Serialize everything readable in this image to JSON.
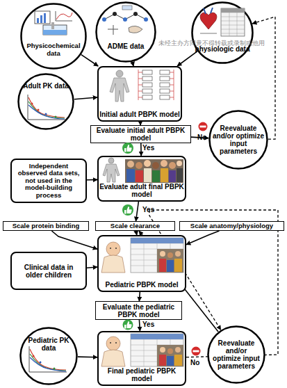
{
  "diagram": {
    "nodes": [
      {
        "text": [
          "Physicochemical data"
        ]
      },
      {
        "text": [
          "ADME data"
        ]
      },
      {
        "text": [
          "physiologic data"
        ]
      },
      {
        "text": [
          "Adult PK data"
        ]
      },
      {
        "text": [
          "Initial adult PBPK model"
        ]
      },
      {
        "text": [
          "Evaluate initial adult PBPK model"
        ]
      },
      {
        "text": [
          "Reevaluate and/or optimize input parameters"
        ]
      },
      {
        "text": [
          "Independent observed data sets, not used in the model-building process"
        ]
      },
      {
        "text": [
          "Evaluate adult final PBPK model"
        ]
      },
      {
        "text": [
          "Scale protein binding"
        ]
      },
      {
        "text": [
          "Scale clearance"
        ]
      },
      {
        "text": [
          "Scale anatomy/physiology"
        ]
      },
      {
        "text": [
          "Clinical data in older children"
        ]
      },
      {
        "text": [
          "Pediatric PBPK model"
        ]
      },
      {
        "text": [
          "Evaluate the pediatric PBPK model"
        ]
      },
      {
        "text": [
          "Pediatric PK data"
        ]
      },
      {
        "text": [
          "Final pediatric PBPK model"
        ]
      },
      {
        "text": [
          "Reevaluate and/or optimize input parameters"
        ]
      }
    ],
    "edges": [
      {
        "from": 0,
        "to": 4,
        "arrow": "to"
      },
      {
        "from": 1,
        "to": 4,
        "arrow": "to"
      },
      {
        "from": 2,
        "to": 4,
        "arrow": "to"
      },
      {
        "from": 3,
        "to": 4,
        "arrow": "to"
      },
      {
        "from": 4,
        "to": 5,
        "arrow": "to"
      },
      {
        "from": 5,
        "to": 6,
        "label": "No",
        "arrow": "to"
      },
      {
        "from": 6,
        "to": 2,
        "arrow": "to"
      },
      {
        "from": 5,
        "to": 8,
        "label": "Yes",
        "arrow": "to"
      },
      {
        "from": 7,
        "to": 8,
        "arrow": "to"
      },
      {
        "from": 8,
        "to": 10,
        "label": "Yes",
        "arrow": "to"
      },
      {
        "from": 9,
        "to": 13,
        "arrow": "to"
      },
      {
        "from": 10,
        "to": 13,
        "arrow": "to"
      },
      {
        "from": 11,
        "to": 13,
        "arrow": "to"
      },
      {
        "from": 12,
        "to": 13,
        "arrow": "to"
      },
      {
        "from": 13,
        "to": 14,
        "arrow": "to"
      },
      {
        "from": 14,
        "to": 16,
        "label": "Yes",
        "arrow": "to"
      },
      {
        "from": 15,
        "to": 16,
        "arrow": "to"
      },
      {
        "from": 16,
        "to": 17,
        "label": "No",
        "arrow": "to"
      },
      {
        "from": 17,
        "to": 10,
        "arrow": "to"
      }
    ],
    "labels": [
      "未经主办方同意不得转载或录制或他用"
    ]
  }
}
